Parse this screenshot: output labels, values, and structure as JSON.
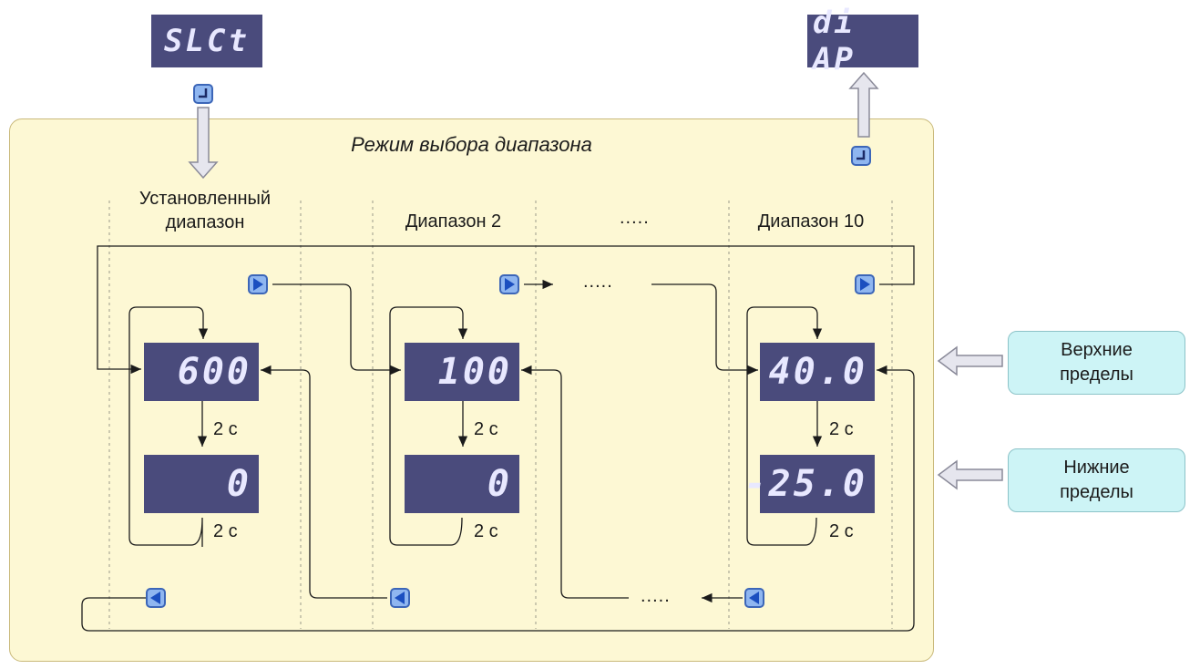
{
  "title": "Режим выбора диапазона",
  "top_displays": {
    "select": "SLCt",
    "display": "di AP"
  },
  "columns": [
    {
      "label_line1": "Установленный",
      "label_line2": "диапазон",
      "upper": "600",
      "lower": "0"
    },
    {
      "label_line1": "",
      "label_line2": "Диапазон 2",
      "upper": "100",
      "lower": "0"
    },
    {
      "label_line1": "",
      "label_line2": "Диапазон 10",
      "upper": "40.0",
      "lower": "-25.0"
    }
  ],
  "ellipsis": ".....",
  "duration": "2 с",
  "limits": {
    "upper_line1": "Верхние",
    "upper_line2": "пределы",
    "lower_line1": "Нижние",
    "lower_line2": "пределы"
  },
  "icons": {
    "enter": "enter-key-icon",
    "right": "right-arrow-key-icon",
    "left": "left-arrow-key-icon"
  },
  "colors": {
    "panel": "#fdf8d4",
    "lcd": "#4a4b7c",
    "key": "#8fb6f0",
    "limit_box": "#cdf4f6"
  }
}
